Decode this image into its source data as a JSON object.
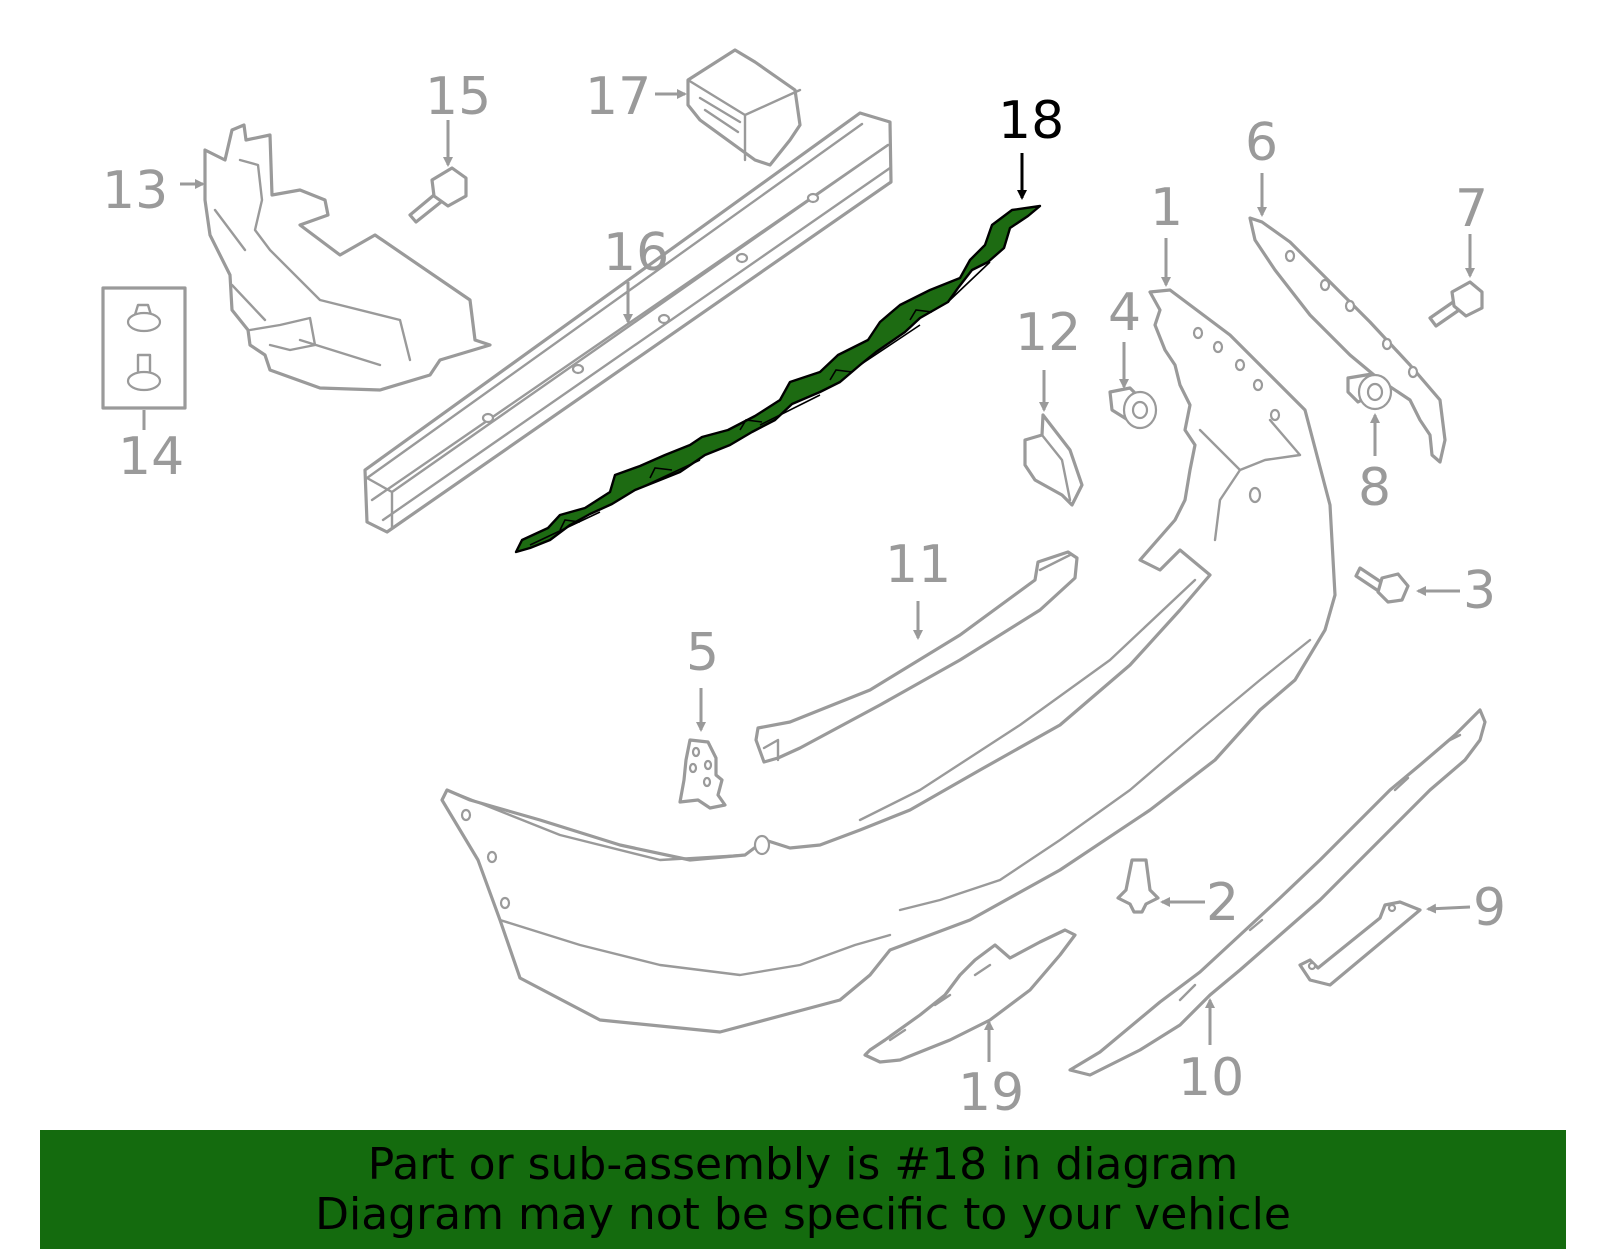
{
  "callouts": {
    "c1": "1",
    "c2": "2",
    "c3": "3",
    "c4": "4",
    "c5": "5",
    "c6": "6",
    "c7": "7",
    "c8": "8",
    "c9": "9",
    "c10": "10",
    "c11": "11",
    "c12": "12",
    "c13": "13",
    "c14": "14",
    "c15": "15",
    "c16": "16",
    "c17": "17",
    "c18": "18",
    "c19": "19"
  },
  "highlighted_part": "18",
  "colors": {
    "highlight_fill": "#1d6b12",
    "banner_background": "#146b0e",
    "line_gray": "#9a9a9a"
  },
  "banner": {
    "line1": "Part or sub-assembly is #18 in diagram",
    "line2": "Diagram may not be specific to your vehicle"
  }
}
